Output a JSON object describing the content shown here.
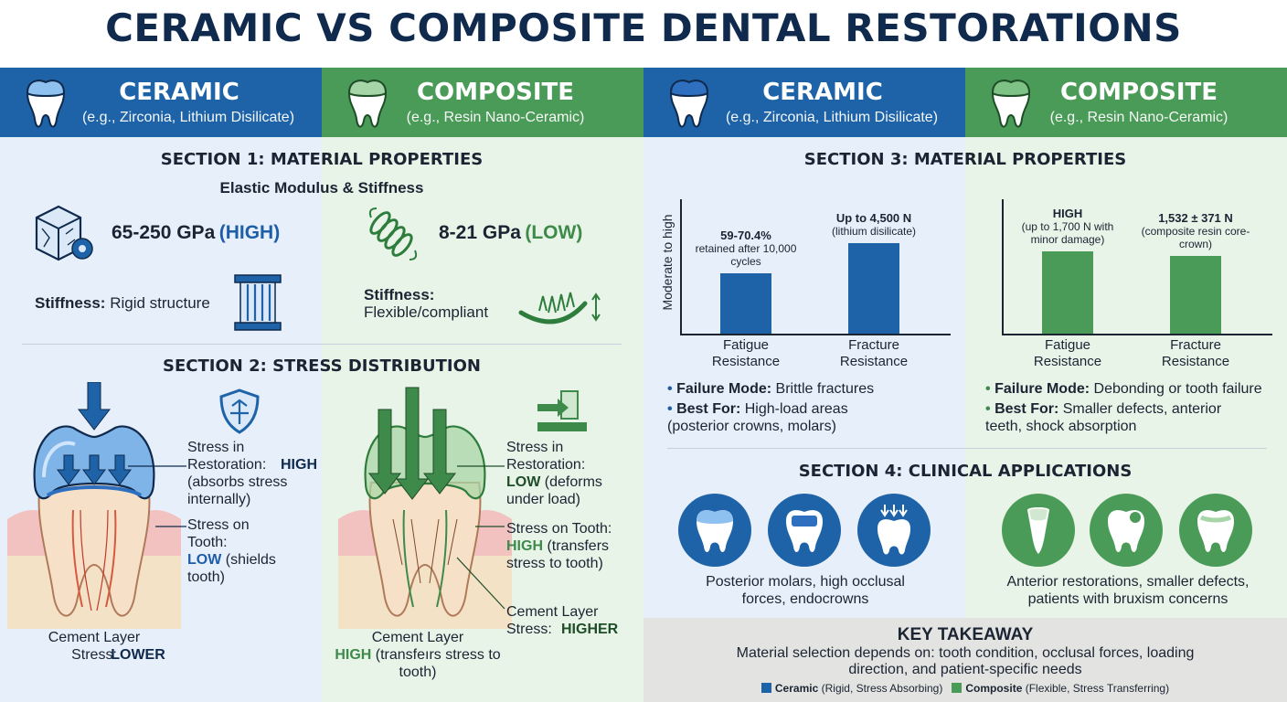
{
  "title": "CERAMIC VS COMPOSITE DENTAL RESTORATIONS",
  "colors": {
    "ceramic": "#1e63a8",
    "composite": "#4a9a58",
    "ceramic_light": "#e6effa",
    "composite_light": "#e8f4e8",
    "dark_navy": "#0f2a4d"
  },
  "headers": {
    "ceramic": {
      "name": "CERAMIC",
      "sub": "(e.g., Zirconia, Lithium Disilicate)"
    },
    "composite": {
      "name": "COMPOSITE",
      "sub": "(e.g., Resin Nano-Ceramic)"
    }
  },
  "section1": {
    "title": "SECTION 1: MATERIAL PROPERTIES",
    "subtitle": "Elastic Modulus & Stiffness",
    "ceramic": {
      "value": "65-250 GPa",
      "qual": "(HIGH)",
      "stiff_label": "Stiffness:",
      "stiff_value": "Rigid structure"
    },
    "composite": {
      "value": "8-21 GPa",
      "qual": "(LOW)",
      "stiff_label": "Stiffness:",
      "stiff_value": "Flexible/compliant"
    }
  },
  "section2": {
    "title": "SECTION 2: STRESS DISTRIBUTION",
    "ceramic": {
      "restoration_label": "Stress in Restoration:",
      "restoration_level": "HIGH",
      "restoration_note": "(absorbs stress internally)",
      "tooth_label": "Stress on Tooth:",
      "tooth_level": "LOW",
      "tooth_note": "(shields tooth)",
      "cement_label": "Cement Layer Stress:",
      "cement_level": "LOWER"
    },
    "composite": {
      "restoration_label": "Stress in Restoration:",
      "restoration_level": "LOW",
      "restoration_note": "(deforms under load)",
      "tooth_label": "Stress on Tooth:",
      "tooth_level": "HIGH",
      "tooth_note": "(transfers stress to tooth)",
      "cement_right_label": "Cement Layer Stress:",
      "cement_right_level": "HIGHER",
      "cement_label": "Cement Layer",
      "cement_level": "HIGH",
      "cement_note": "(transfeırs stress to tooth)"
    }
  },
  "section3": {
    "title": "SECTION 3: MATERIAL PROPERTIES",
    "ylabel": "Moderate to high",
    "ceramic": {
      "failure_label": "Failure Mode:",
      "failure_value": "Brittle fractures",
      "best_label": "Best For:",
      "best_value": "High-load areas (posterior crowns, molars)"
    },
    "composite": {
      "failure_label": "Failure Mode:",
      "failure_value": "Debonding or tooth failure",
      "best_label": "Best For:",
      "best_value": "Smaller defects, anterior teeth, shock absorption"
    }
  },
  "chart_data": [
    {
      "type": "bar",
      "categories": [
        "Fatigue Resistance",
        "Fracture Resistance"
      ],
      "values": [
        0.44,
        0.66
      ],
      "ylabel": "Moderate to high",
      "bar_labels": [
        {
          "main": "59-70.4%",
          "sub": "retained after 10,000 cycles"
        },
        {
          "main": "Up to 4,500 N",
          "sub": "(lithium disilicate)"
        }
      ],
      "color": "#1e63a8"
    },
    {
      "type": "bar",
      "categories": [
        "Fatigue Resistance",
        "Fracture Resistance"
      ],
      "values": [
        0.6,
        0.57
      ],
      "bar_labels": [
        {
          "main": "HIGH",
          "sub": "(up to 1,700 N with minor damage)"
        },
        {
          "main": "1,532 ± 371 N",
          "sub": "(composite resin core-crown)"
        }
      ],
      "color": "#4a9a58"
    }
  ],
  "section4": {
    "title": "SECTION 4: CLINICAL APPLICATIONS",
    "ceramic_caption": "Posterior molars, high occlusal forces, endocrowns",
    "composite_caption": "Anterior restorations, smaller defects, patients with bruxism concerns"
  },
  "takeaway": {
    "title": "KEY TAKEAWAY",
    "text": "Material selection depends on: tooth condition, occlusal forces, loading direction, and patient-specific needs",
    "legend": [
      {
        "bold": "Ceramic",
        "rest": "(Rigid, Stress Absorbing)"
      },
      {
        "bold": "Composite",
        "rest": "(Flexible, Stress Transferring)"
      }
    ]
  },
  "icons": [
    "tooth-crown-icon",
    "material-cube-gear-icon",
    "spring-coil-icon",
    "column-icon",
    "flexible-spring-icon",
    "shield-icon",
    "transfer-arrow-icon",
    "molar-icon",
    "incisor-icon"
  ]
}
